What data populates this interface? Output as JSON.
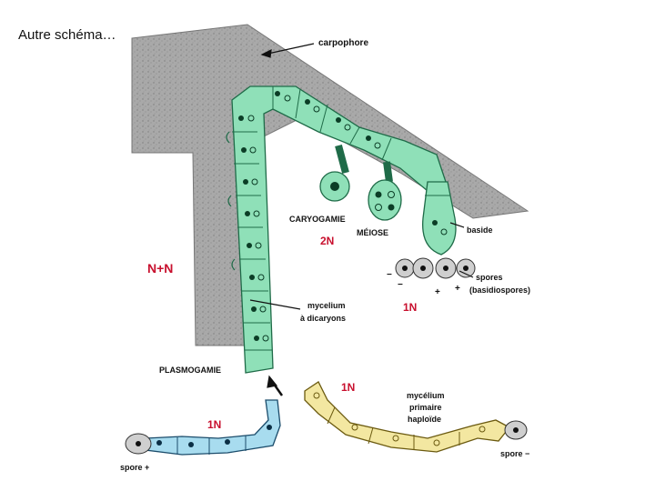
{
  "slide": {
    "title": "Autre schéma…"
  },
  "labels": {
    "carpophore": "carpophore",
    "caryogamie": "CARYOGAMIE",
    "meiose": "MÉIOSE",
    "baside": "baside",
    "spores_line1": "spores",
    "spores_line2": "(basidiospores)",
    "mycelium_dicaryons_line1": "mycelium",
    "mycelium_dicaryons_line2": "à dicaryons",
    "plasmogamie": "PLASMOGAMIE",
    "mycelium_primaire_line1": "mycélium",
    "mycelium_primaire_line2": "primaire",
    "mycelium_primaire_line3": "haploïde",
    "spore_plus": "spore +",
    "spore_minus": "spore −"
  },
  "ploidy": {
    "nn": "N+N",
    "two_n": "2N",
    "one_n_spores": "1N",
    "one_n_yellow": "1N",
    "one_n_blue": "1N"
  },
  "signs": {
    "minus_a": "−",
    "minus_b": "−",
    "plus_a": "+",
    "plus_b": "+"
  },
  "colors": {
    "carpophore": "#a9a9a9",
    "dikaryotic_mycelium": "#8fe0b8",
    "primary_mycelium_yellow": "#f3e7a1",
    "primary_mycelium_blue": "#a8dcef",
    "ploidy_text": "#c8102e"
  }
}
